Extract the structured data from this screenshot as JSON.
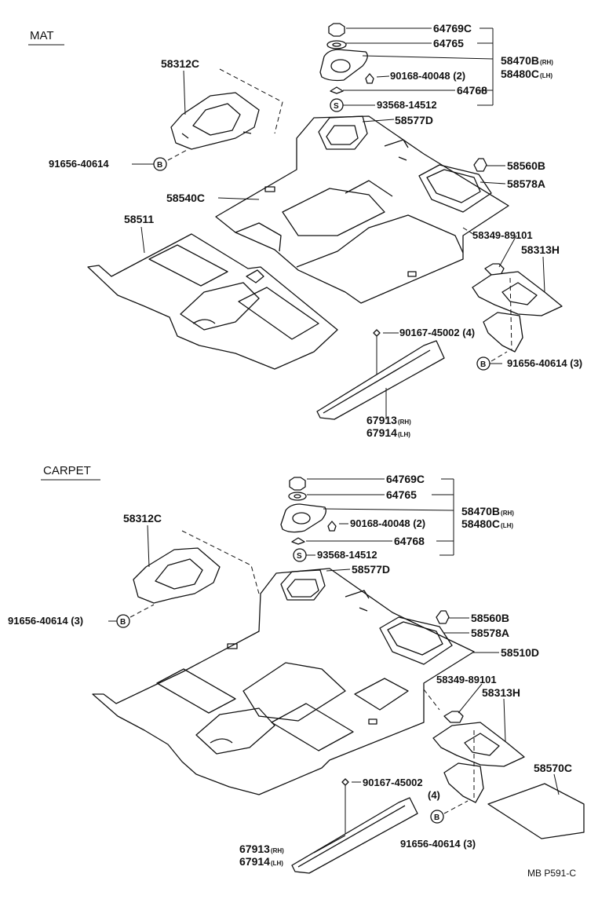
{
  "sections": {
    "mat": "MAT",
    "carpet": "CARPET"
  },
  "mat": {
    "p64769c": "64769C",
    "p64765": "64765",
    "p58470b": "58470B",
    "p58470b_sfx": "(RH)",
    "p58480c": "58480C",
    "p58480c_sfx": "(LH)",
    "p90168": "90168-40048 (2)",
    "p64768": "64768",
    "p93568": "93568-14512",
    "p58577d": "58577D",
    "p58312c": "58312C",
    "p91656_left": "91656-40614",
    "p58560b": "58560B",
    "p58578a": "58578A",
    "p58540c": "58540C",
    "p58511": "58511",
    "p58349": "58349-89101",
    "p58313h": "58313H",
    "p90167": "90167-45002 (4)",
    "p91656_right": "91656-40614 (3)",
    "p67913": "67913",
    "p67913_sfx": "(RH)",
    "p67914": "67914",
    "p67914_sfx": "(LH)"
  },
  "carpet": {
    "p64769c": "64769C",
    "p64765": "64765",
    "p58470b": "58470B",
    "p58470b_sfx": "(RH)",
    "p58480c": "58480C",
    "p58480c_sfx": "(LH)",
    "p90168": "90168-40048 (2)",
    "p64768": "64768",
    "p93568": "93568-14512",
    "p58577d": "58577D",
    "p58312c": "58312C",
    "p91656_left": "91656-40614 (3)",
    "p58560b": "58560B",
    "p58578a": "58578A",
    "p58510d": "58510D",
    "p58349": "58349-89101",
    "p58313h": "58313H",
    "p90167": "90167-45002",
    "p90167_qty": "(4)",
    "p91656_right": "91656-40614 (3)",
    "p58570c": "58570C",
    "p67913": "67913",
    "p67913_sfx": "(RH)",
    "p67914": "67914",
    "p67914_sfx": "(LH)"
  },
  "symbols": {
    "bolt_b": "B",
    "screw_s": "S"
  },
  "footer": {
    "ref": "MB  P591-C"
  }
}
